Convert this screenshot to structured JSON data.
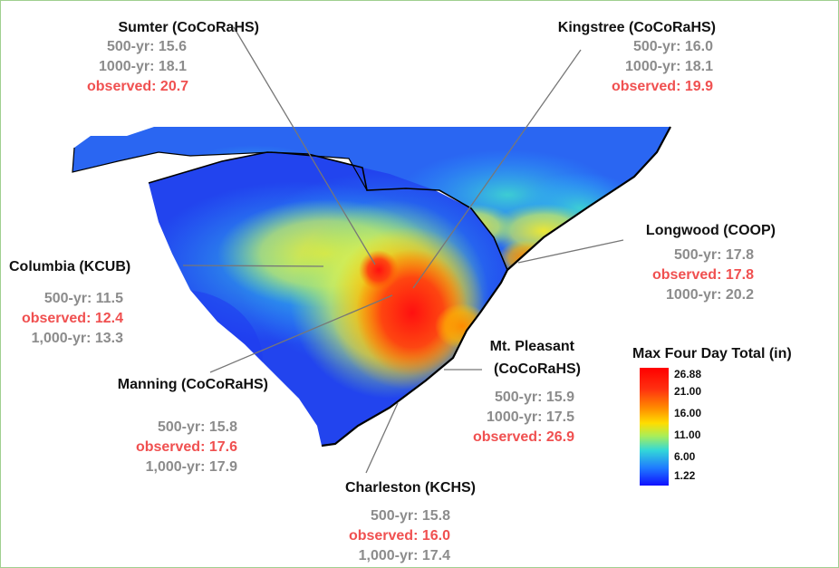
{
  "legend": {
    "title": "Max Four Day Total (in)",
    "ticks": [
      "26.88",
      "21.00",
      "16.00",
      "11.00",
      "6.00",
      "1.22"
    ]
  },
  "stations": {
    "sumter": {
      "name": "Sumter (CoCoRaHS)",
      "v1": "500-yr:  15.6",
      "v2": "1000-yr:  18.1",
      "v3": "observed:  20.7"
    },
    "kingstree": {
      "name": "Kingstree (CoCoRaHS)",
      "v1": "500-yr:  16.0",
      "v2": "1000-yr:  18.1",
      "v3": "observed:  19.9"
    },
    "longwood": {
      "name": "Longwood (COOP)",
      "v1": "500-yr:  17.8",
      "v2": "observed:  17.8",
      "v3": "1000-yr:  20.2"
    },
    "columbia": {
      "name": "Columbia (KCUB)",
      "v1": "500-yr:  11.5",
      "v2": "observed: 12.4",
      "v3": "1,000-yr:  13.3"
    },
    "manning": {
      "name": "Manning (CoCoRaHS)",
      "v1": "500-yr:  15.8",
      "v2": "observed:  17.6",
      "v3": "1,000-yr:  17.9"
    },
    "mtpleasant": {
      "name1": "Mt. Pleasant",
      "name2": "(CoCoRaHS)",
      "v1": "500-yr:  15.9",
      "v2": "1000-yr:  17.5",
      "v3": "observed:  26.9"
    },
    "charleston": {
      "name": "Charleston (KCHS)",
      "v1": "500-yr:  15.8",
      "v2": "observed:  16.0",
      "v3": "1,000-yr:  17.4"
    }
  },
  "colors": {
    "label": "#111111",
    "value": "#8c8c8c",
    "observed": "#f05050",
    "frame": "#9fcf8f"
  }
}
